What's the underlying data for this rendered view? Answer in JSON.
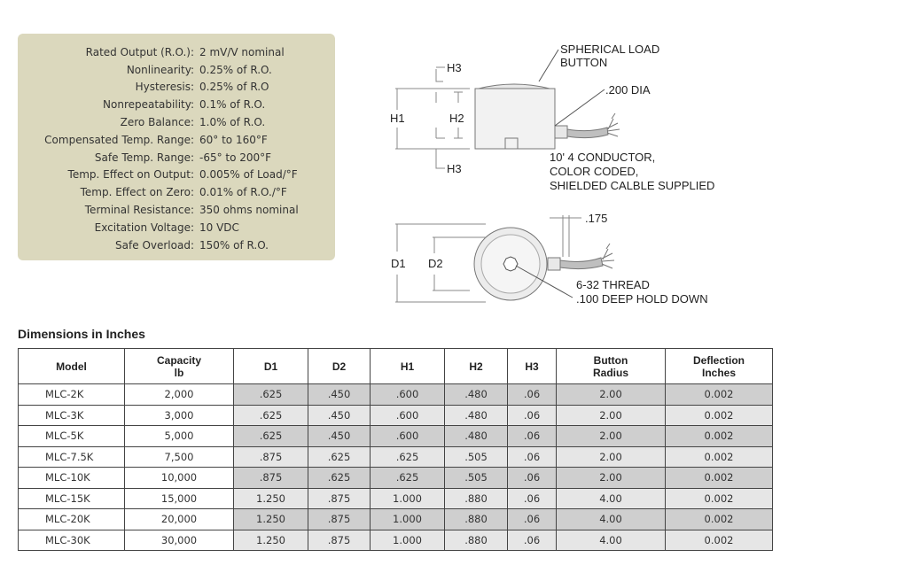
{
  "specs": [
    {
      "label": "Rated Output (R.O.):",
      "value": "2 mV/V nominal"
    },
    {
      "label": "Nonlinearity:",
      "value": "0.25% of R.O."
    },
    {
      "label": "Hysteresis:",
      "value": "0.25% of R.O"
    },
    {
      "label": "Nonrepeatability:",
      "value": "0.1% of R.O."
    },
    {
      "label": "Zero Balance:",
      "value": "1.0% of R.O."
    },
    {
      "label": "Compensated Temp. Range:",
      "value": "60° to 160°F"
    },
    {
      "label": "Safe Temp. Range:",
      "value": "-65° to 200°F"
    },
    {
      "label": "Temp. Effect on Output:",
      "value": "0.005% of Load/°F"
    },
    {
      "label": "Temp. Effect on Zero:",
      "value": "0.01% of R.O./°F"
    },
    {
      "label": "Terminal Resistance:",
      "value": "350 ohms nominal"
    },
    {
      "label": "Excitation Voltage:",
      "value": "10 VDC"
    },
    {
      "label": "Safe Overload:",
      "value": "150% of R.O."
    }
  ],
  "diagram": {
    "h3_top": "H3",
    "h1": "H1",
    "h2": "H2",
    "h3_bottom": "H3",
    "button_line1": "SPHERICAL LOAD",
    "button_line2": "BUTTON",
    "cable_dia": ".200 DIA",
    "cable_line1": "10' 4 CONDUCTOR,",
    "cable_line2": "COLOR CODED,",
    "cable_line3": "SHIELDED CALBLE SUPPLIED",
    "offset": ".175",
    "d1": "D1",
    "d2": "D2",
    "thread_line1": "6-32 THREAD",
    "thread_line2": ".100 DEEP HOLD DOWN"
  },
  "table": {
    "title": "Dimensions in Inches",
    "headers": [
      {
        "l1": "Model",
        "l2": ""
      },
      {
        "l1": "Capacity",
        "l2": "lb"
      },
      {
        "l1": "D1",
        "l2": ""
      },
      {
        "l1": "D2",
        "l2": ""
      },
      {
        "l1": "H1",
        "l2": ""
      },
      {
        "l1": "H2",
        "l2": ""
      },
      {
        "l1": "H3",
        "l2": ""
      },
      {
        "l1": "Button",
        "l2": "Radius"
      },
      {
        "l1": "Deflection",
        "l2": "Inches"
      }
    ],
    "rows": [
      [
        "MLC-2K",
        "2,000",
        ".625",
        ".450",
        ".600",
        ".480",
        ".06",
        "2.00",
        "0.002"
      ],
      [
        "MLC-3K",
        "3,000",
        ".625",
        ".450",
        ".600",
        ".480",
        ".06",
        "2.00",
        "0.002"
      ],
      [
        "MLC-5K",
        "5,000",
        ".625",
        ".450",
        ".600",
        ".480",
        ".06",
        "2.00",
        "0.002"
      ],
      [
        "MLC-7.5K",
        "7,500",
        ".875",
        ".625",
        ".625",
        ".505",
        ".06",
        "2.00",
        "0.002"
      ],
      [
        "MLC-10K",
        "10,000",
        ".875",
        ".625",
        ".625",
        ".505",
        ".06",
        "2.00",
        "0.002"
      ],
      [
        "MLC-15K",
        "15,000",
        "1.250",
        ".875",
        "1.000",
        ".880",
        ".06",
        "4.00",
        "0.002"
      ],
      [
        "MLC-20K",
        "20,000",
        "1.250",
        ".875",
        "1.000",
        ".880",
        ".06",
        "4.00",
        "0.002"
      ],
      [
        "MLC-30K",
        "30,000",
        "1.250",
        ".875",
        "1.000",
        ".880",
        ".06",
        "4.00",
        "0.002"
      ]
    ]
  }
}
